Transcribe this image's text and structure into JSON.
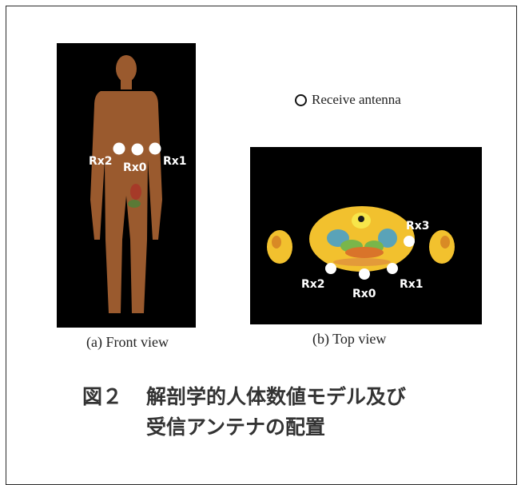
{
  "legend": {
    "label": "Receive antenna"
  },
  "front_view": {
    "caption": "(a) Front view",
    "antennas": [
      "Rx2",
      "Rx0",
      "Rx1"
    ]
  },
  "top_view": {
    "caption": "(b) Top view",
    "antennas": [
      "Rx3",
      "Rx2",
      "Rx0",
      "Rx1"
    ]
  },
  "figure": {
    "number": "図２",
    "title_line1": "解剖学的人体数値モデル及び",
    "title_line2": "受信アンテナの配置"
  },
  "colors": {
    "background": "#000000",
    "skin": "#9a5a2e",
    "torso_section": "#f2c12e",
    "antenna": "#ffffff"
  }
}
